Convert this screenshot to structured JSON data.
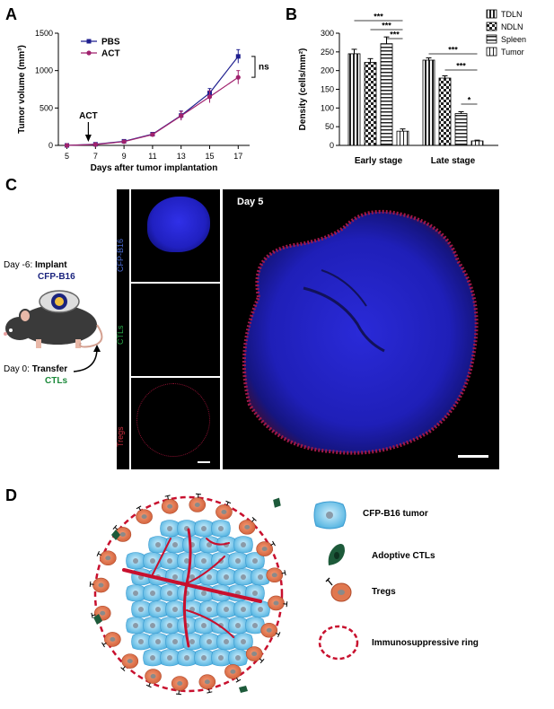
{
  "panels": {
    "a": "A",
    "b": "B",
    "c": "C",
    "d": "D"
  },
  "panel_a": {
    "chart_data": {
      "type": "line",
      "xlabel": "Days after tumor implantation",
      "ylabel": "Tumor volume (mm³)",
      "x": [
        5,
        7,
        9,
        11,
        13,
        15,
        17
      ],
      "xticks": [
        "5",
        "7",
        "9",
        "11",
        "13",
        "15",
        "17"
      ],
      "yticks": [
        "0",
        "500",
        "1000",
        "1500"
      ],
      "ylim": [
        0,
        1500
      ],
      "series": [
        {
          "name": "PBS",
          "color": "#1f1f8f",
          "values": [
            0,
            15,
            55,
            150,
            400,
            700,
            1190
          ],
          "errors": [
            0,
            5,
            10,
            20,
            60,
            60,
            90
          ]
        },
        {
          "name": "ACT",
          "color": "#a0226e",
          "values": [
            0,
            12,
            50,
            145,
            395,
            650,
            910
          ],
          "errors": [
            0,
            5,
            10,
            20,
            60,
            80,
            90
          ]
        }
      ],
      "annotations": {
        "arrow_label": "ACT",
        "arrow_x": 6.5,
        "significance": "ns"
      }
    }
  },
  "panel_b": {
    "chart_data": {
      "type": "bar",
      "ylabel": "Density (cells/mm²)",
      "categories": [
        "Early stage",
        "Late stage"
      ],
      "yticks": [
        "0",
        "50",
        "100",
        "150",
        "200",
        "250",
        "300"
      ],
      "ylim": [
        0,
        300
      ],
      "series": [
        {
          "name": "TDLN",
          "values": [
            245,
            228
          ],
          "errors": [
            12,
            6
          ]
        },
        {
          "name": "NDLN",
          "values": [
            222,
            180
          ],
          "errors": [
            10,
            6
          ]
        },
        {
          "name": "Spleen",
          "values": [
            272,
            85
          ],
          "errors": [
            18,
            5
          ]
        },
        {
          "name": "Tumor",
          "values": [
            38,
            12
          ],
          "errors": [
            6,
            2
          ]
        }
      ],
      "significance": {
        "early": [
          "***",
          "***",
          "***"
        ],
        "late": [
          "***",
          "***",
          "*"
        ]
      }
    }
  },
  "panel_c": {
    "day_minus6": "Day -6:",
    "implant": "Implant",
    "cfp_b16": "CFP-B16",
    "day0": "Day 0:",
    "transfer": "Transfer",
    "ctls": "CTLs",
    "channel_cfp": "CFP-B16",
    "channel_ctls": "CTLs",
    "channel_tregs": "Tregs",
    "day5": "Day 5"
  },
  "panel_d": {
    "legend": {
      "tumor": "CFP-B16 tumor",
      "ctls": "Adoptive CTLs",
      "tregs": "Tregs",
      "ring": "Immunosuppressive ring"
    }
  }
}
